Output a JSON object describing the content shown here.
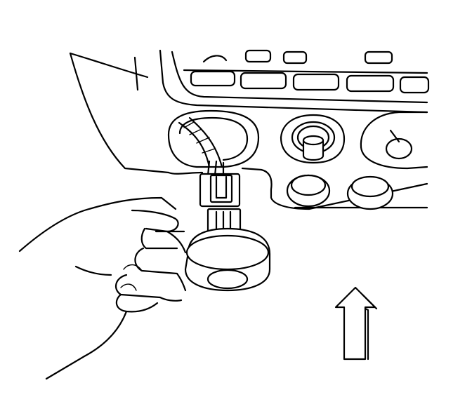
{
  "illustration": {
    "parts": [
      "instrument-panel",
      "radio-bezel",
      "hazard-switch-opening",
      "wiring-harness",
      "electrical-connector",
      "switch-assembly",
      "hvac-knobs",
      "technician-hand"
    ],
    "colors": {
      "line": "#000000",
      "background": "#ffffff",
      "fill": "#ffffff"
    },
    "arrow": {
      "direction": "up",
      "icon": "up-arrow-icon"
    }
  }
}
